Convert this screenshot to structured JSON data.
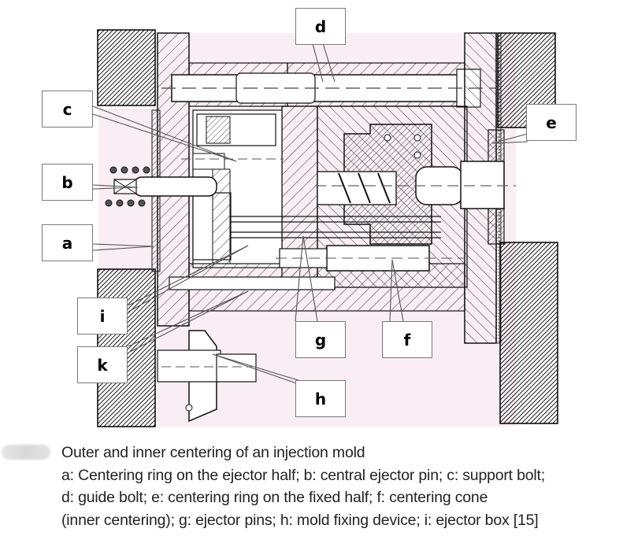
{
  "figure": {
    "title": "Outer and inner centering of an injection mold",
    "labels": {
      "a": "a",
      "b": "b",
      "c": "c",
      "d": "d",
      "e": "e",
      "f": "f",
      "g": "g",
      "h": "h",
      "i": "i",
      "k": "k"
    },
    "colors": {
      "background_tint": "#f9eef3",
      "line": "#1a1a1a",
      "clamp_plate": "#000000"
    }
  },
  "caption": {
    "badge": "",
    "title": "Outer and inner centering of an injection mold",
    "lines": [
      "a: Centering ring on the ejector half; b: central ejector pin; c: support bolt;",
      "d: guide bolt; e: centering ring on the fixed half; f: centering cone",
      "(inner centering); g: ejector pins; h: mold fixing device; i: ejector box [15]"
    ]
  }
}
